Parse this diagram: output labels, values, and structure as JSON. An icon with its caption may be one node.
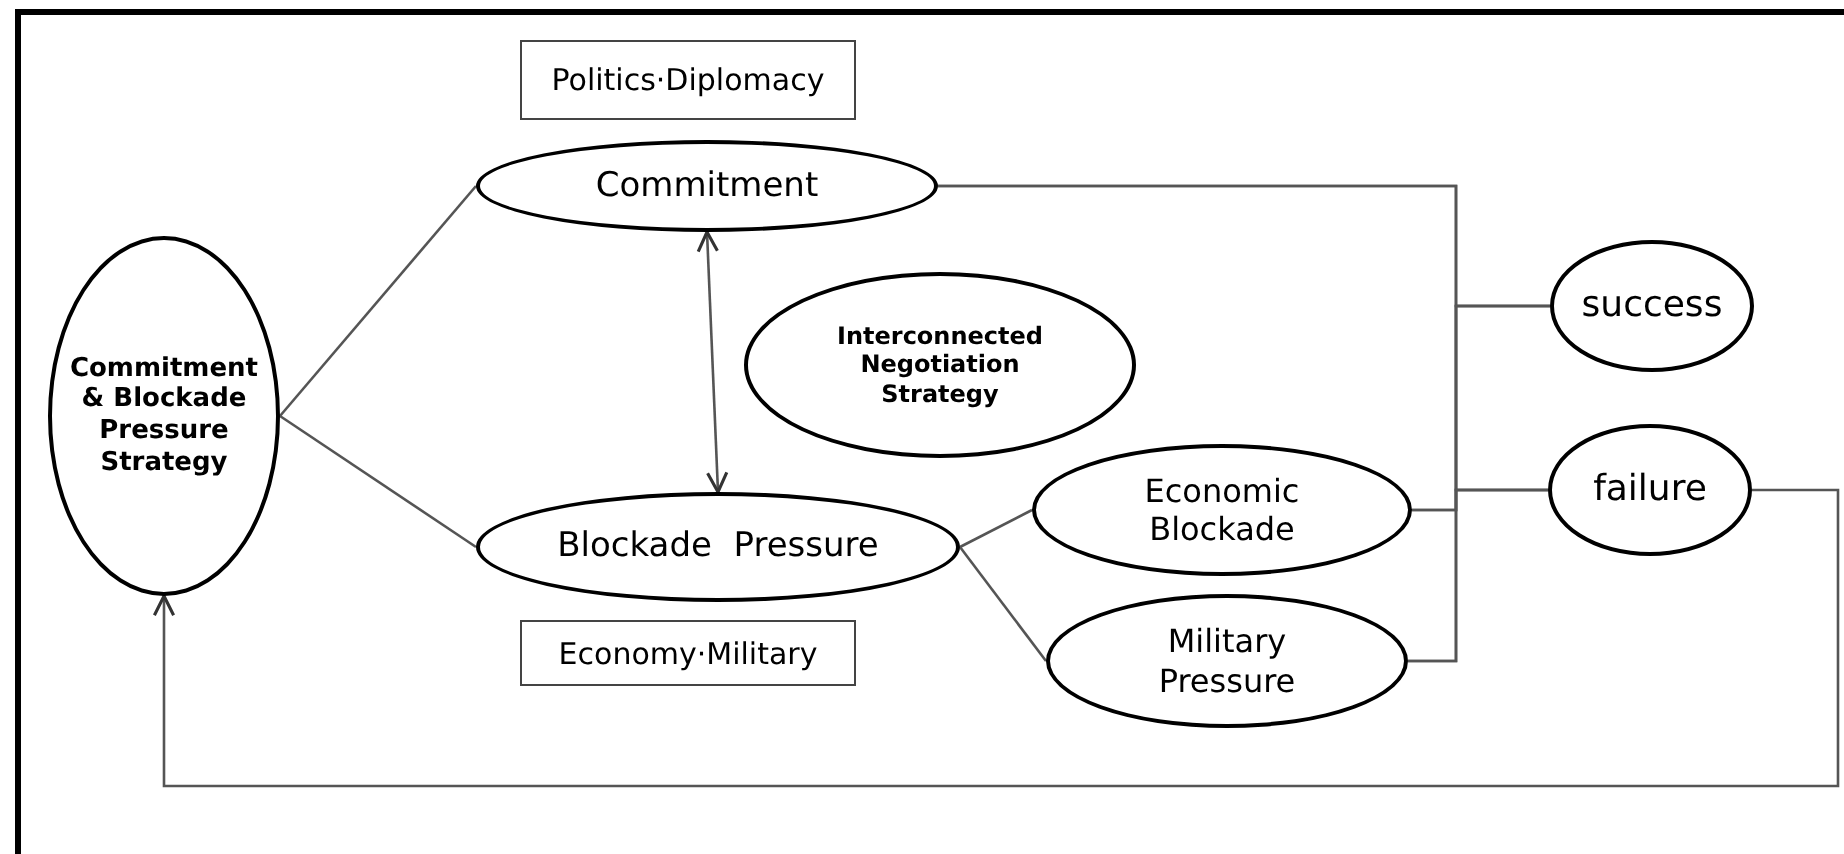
{
  "diagram": {
    "nodes": [
      {
        "text": [
          "Commitment & Blockade Pressure Strategy"
        ]
      },
      {
        "text": [
          "Politics·Diplomacy"
        ]
      },
      {
        "text": [
          "Commitment"
        ]
      },
      {
        "text": [
          "Interconnected Negotiation Strategy"
        ]
      },
      {
        "text": [
          "Blockade  Pressure"
        ]
      },
      {
        "text": [
          "Economy·Military"
        ]
      },
      {
        "text": [
          "Economic Blockade"
        ]
      },
      {
        "text": [
          "Military Pressure"
        ]
      },
      {
        "text": [
          "success"
        ]
      },
      {
        "text": [
          "failure"
        ]
      }
    ],
    "edges": [
      {
        "from": 0,
        "to": 2,
        "arrow": "none"
      },
      {
        "from": 0,
        "to": 4,
        "arrow": "none"
      },
      {
        "from": 2,
        "to": 4,
        "arrow": "both"
      },
      {
        "from": 4,
        "to": 6,
        "arrow": "none"
      },
      {
        "from": 4,
        "to": 7,
        "arrow": "none"
      },
      {
        "from": 2,
        "to": 8,
        "arrow": "none"
      },
      {
        "from": 2,
        "to": 9,
        "arrow": "none"
      },
      {
        "from": 6,
        "to": 8,
        "arrow": "none"
      },
      {
        "from": 6,
        "to": 9,
        "arrow": "none"
      },
      {
        "from": 7,
        "to": 8,
        "arrow": "none"
      },
      {
        "from": 7,
        "to": 9,
        "arrow": "none"
      },
      {
        "from": 9,
        "to": 0,
        "arrow": "to"
      }
    ]
  }
}
